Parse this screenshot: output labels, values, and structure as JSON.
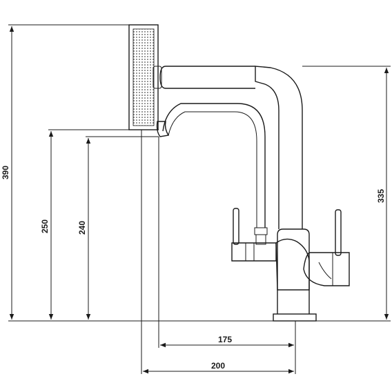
{
  "drawing": {
    "subject": "pull-out kitchen faucet, side view",
    "dimensions": {
      "overall_height": "390",
      "spout_body_height": "335",
      "spray_head_outlet_height": "250",
      "spout_outlet_height": "240",
      "spout_reach": "175",
      "spray_reach": "200"
    }
  }
}
